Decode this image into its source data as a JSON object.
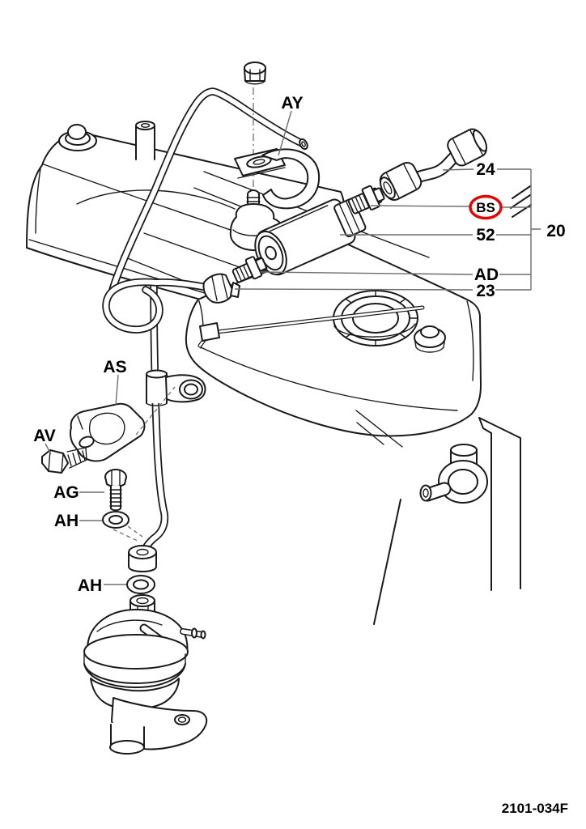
{
  "diagram": {
    "drawing_number": "2101-034F",
    "callouts": {
      "ay": "AY",
      "n24": "24",
      "bs": "BS",
      "n52": "52",
      "ad": "AD",
      "n23": "23",
      "n20": "20",
      "as": "AS",
      "av": "AV",
      "ag": "AG",
      "ah_upper": "AH",
      "ah_lower": "AH"
    },
    "colors": {
      "highlight": "#e10600",
      "line": "#1a1a1a",
      "leader": "#6e6e6e",
      "background": "#ffffff"
    }
  }
}
